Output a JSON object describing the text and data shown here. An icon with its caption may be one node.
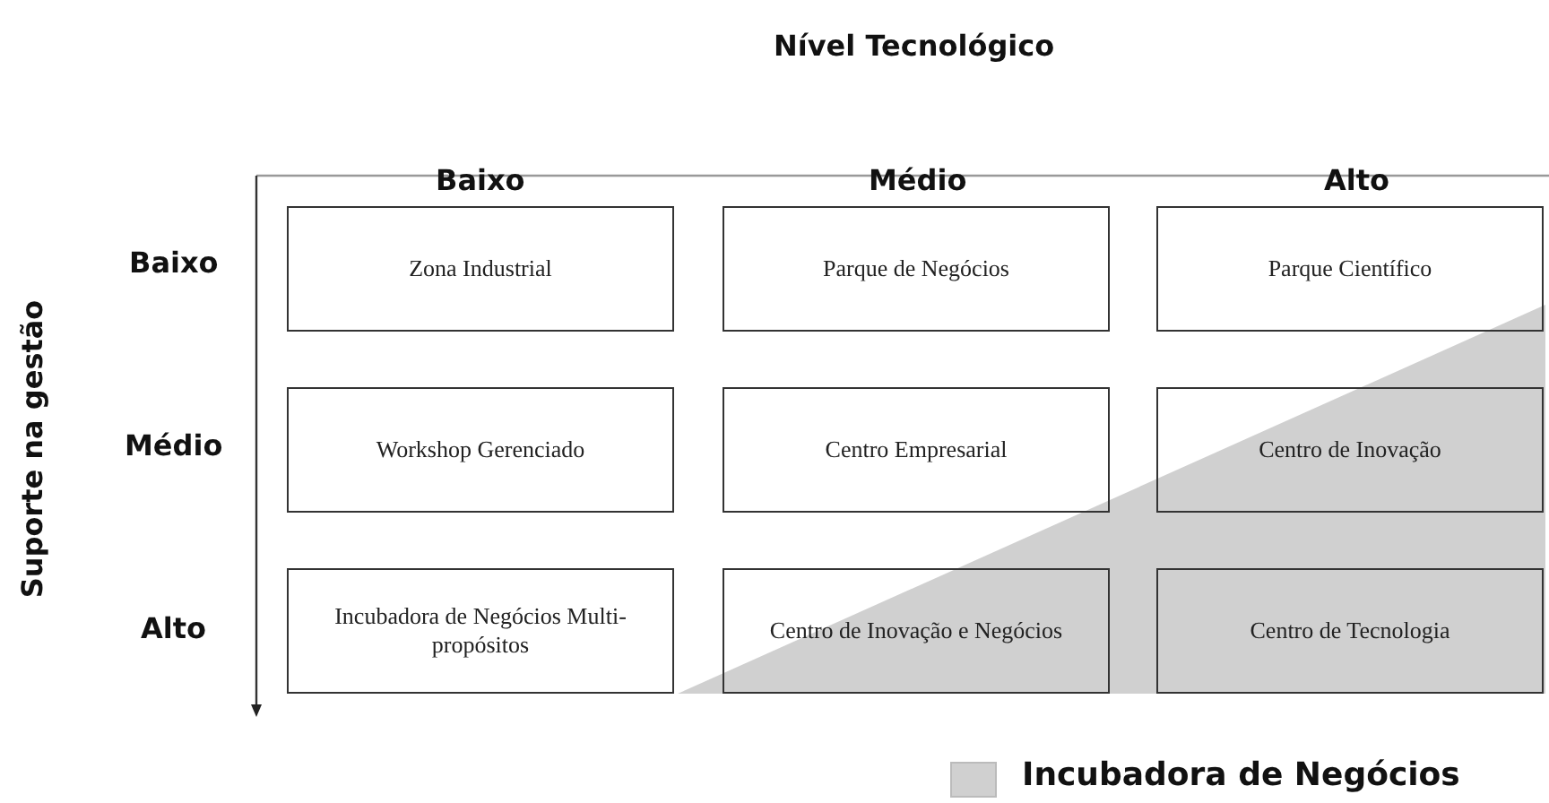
{
  "diagram": {
    "nodes": [
      {
        "text": [
          "Zona Industrial"
        ]
      },
      {
        "text": [
          "Parque de Negócios"
        ]
      },
      {
        "text": [
          "Parque Científico"
        ]
      },
      {
        "text": [
          "Workshop Gerenciado"
        ]
      },
      {
        "text": [
          "Centro Empresarial"
        ]
      },
      {
        "text": [
          "Centro de Inovação"
        ]
      },
      {
        "text": [
          "Incubadora de Negócios Multi-propósitos"
        ]
      },
      {
        "text": [
          "Centro de Inovação e Negócios"
        ]
      },
      {
        "text": [
          "Centro de Tecnologia"
        ]
      }
    ],
    "edges": [],
    "labels": [
      "Nível Tecnológico",
      "Baixo",
      "Médio",
      "Alto",
      "Suporte na gestão",
      "Baixo",
      "Médio",
      "Alto"
    ],
    "legend": [
      {
        "text": "Incubadora de Negócios",
        "color": "#d0d0d0"
      }
    ]
  }
}
